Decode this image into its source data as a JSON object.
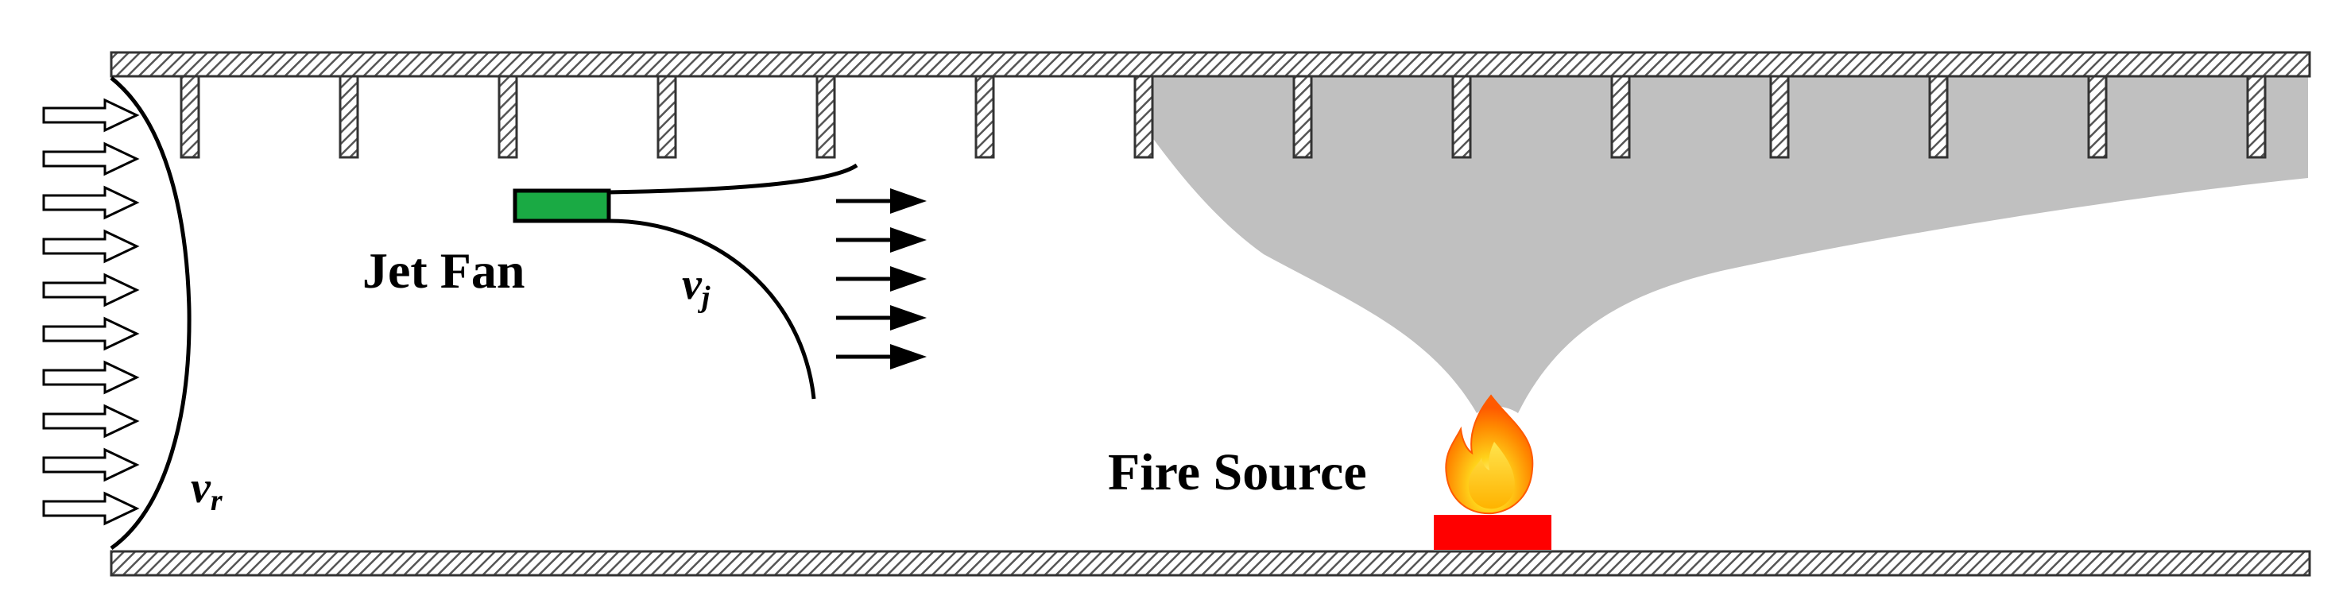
{
  "labels": {
    "jet_fan": "Jet Fan",
    "fire_source": "Fire Source",
    "vj_main": "v",
    "vj_sub": "j",
    "vr_main": "v",
    "vr_sub": "r"
  },
  "colors": {
    "wall_stroke": "#333333",
    "hatch": "#555555",
    "smoke": "#c0c0c0",
    "jet_fan_fill": "#1aaa44",
    "fire_base": "#ff0000",
    "flame_outer": "#ff6a00",
    "flame_mid": "#ffa800",
    "flame_inner": "#ffe44d",
    "line": "#000000"
  },
  "icons": {
    "flame": "flame-icon",
    "inlet_arrow": "hollow-arrow-icon",
    "jet_arrow": "solid-arrow-icon"
  }
}
